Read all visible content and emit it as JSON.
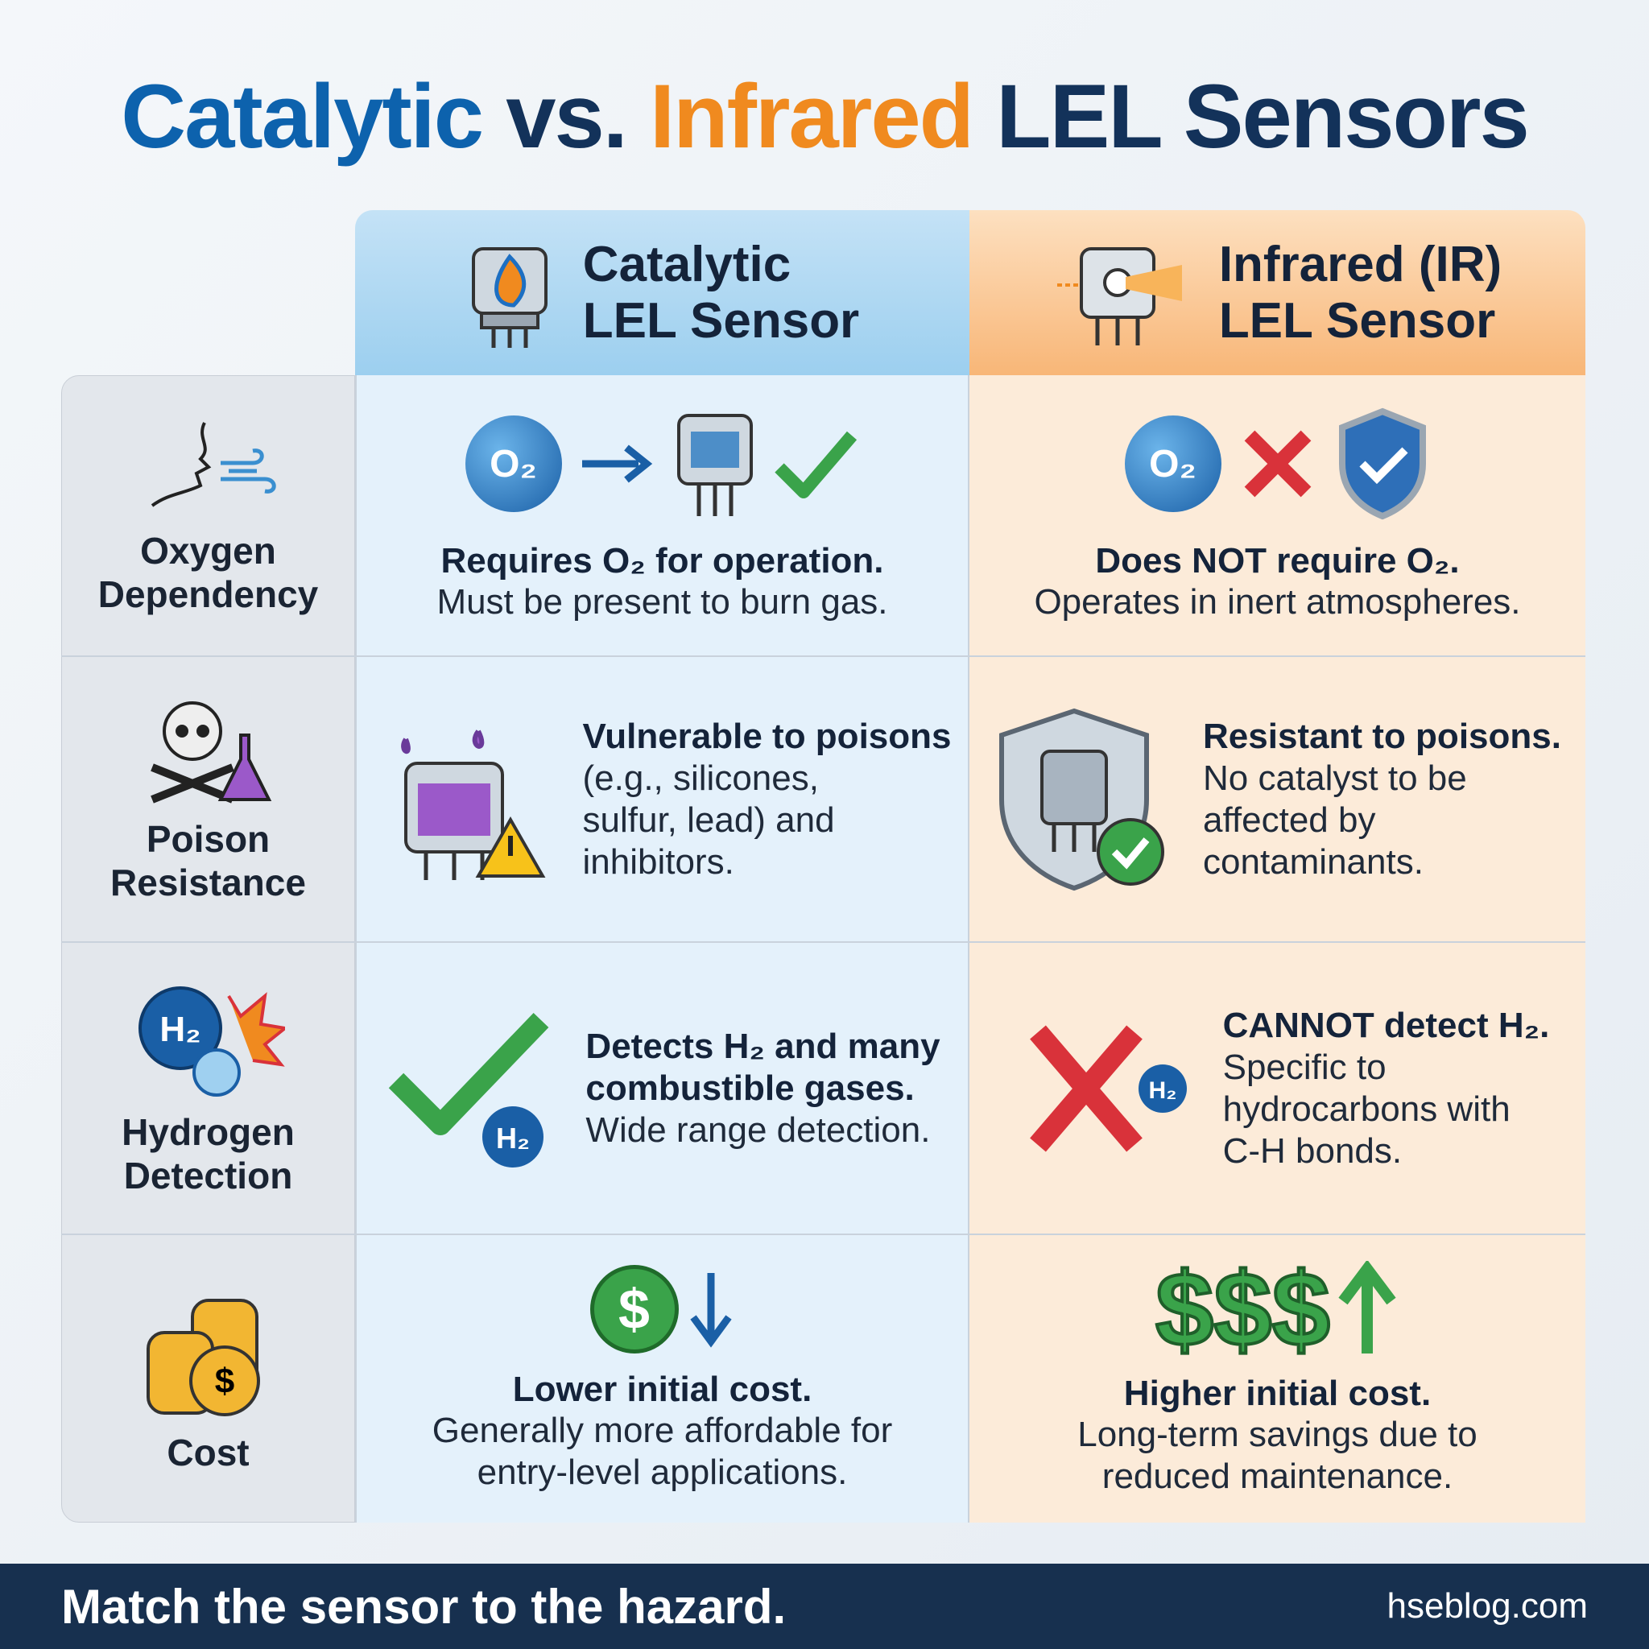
{
  "title": {
    "part1": "Catalytic",
    "part2": "vs.",
    "part3": "Infrared",
    "part4": "LEL Sensors"
  },
  "columns": {
    "catalytic": {
      "line1": "Catalytic",
      "line2": "LEL Sensor"
    },
    "infrared": {
      "line1": "Infrared (IR)",
      "line2": "LEL Sensor"
    }
  },
  "rows": [
    {
      "label1": "Oxygen",
      "label2": "Dependency",
      "cat_bold": "Requires O₂ for operation.",
      "cat_text": [
        "Must be present to burn gas."
      ],
      "ir_bold": "Does NOT require O₂.",
      "ir_text": [
        "Operates in inert atmospheres."
      ]
    },
    {
      "label1": "Poison",
      "label2": "Resistance",
      "cat_bold": "Vulnerable to poisons",
      "cat_text": [
        "(e.g., silicones,",
        "sulfur, lead) and",
        "inhibitors."
      ],
      "ir_bold": "Resistant to poisons.",
      "ir_text": [
        "No catalyst to be",
        "affected by",
        "contaminants."
      ]
    },
    {
      "label1": "Hydrogen",
      "label2": "Detection",
      "cat_bold": [
        "Detects H₂ and many",
        "combustible gases."
      ],
      "cat_text": [
        "Wide range detection."
      ],
      "ir_bold": "CANNOT detect H₂.",
      "ir_text": [
        "Specific to",
        "hydrocarbons with",
        "C-H bonds."
      ]
    },
    {
      "label1": "Cost",
      "label2": "",
      "cat_bold": "Lower initial cost.",
      "cat_text": [
        "Generally more affordable for",
        "entry-level applications."
      ],
      "ir_bold": "Higher initial cost.",
      "ir_text": [
        "Long-term savings due to",
        "reduced maintenance."
      ]
    }
  ],
  "icons": {
    "o2": "O₂",
    "h2": "H₂",
    "dollar": "$",
    "dollars": "$$$"
  },
  "footer": {
    "tagline": "Match the sensor to the hazard.",
    "site": "hseblog.com"
  },
  "colors": {
    "blue": "#0d62ad",
    "orange": "#f08a1f",
    "navy": "#17304f",
    "green": "#3aa34a",
    "red": "#d9323a"
  }
}
